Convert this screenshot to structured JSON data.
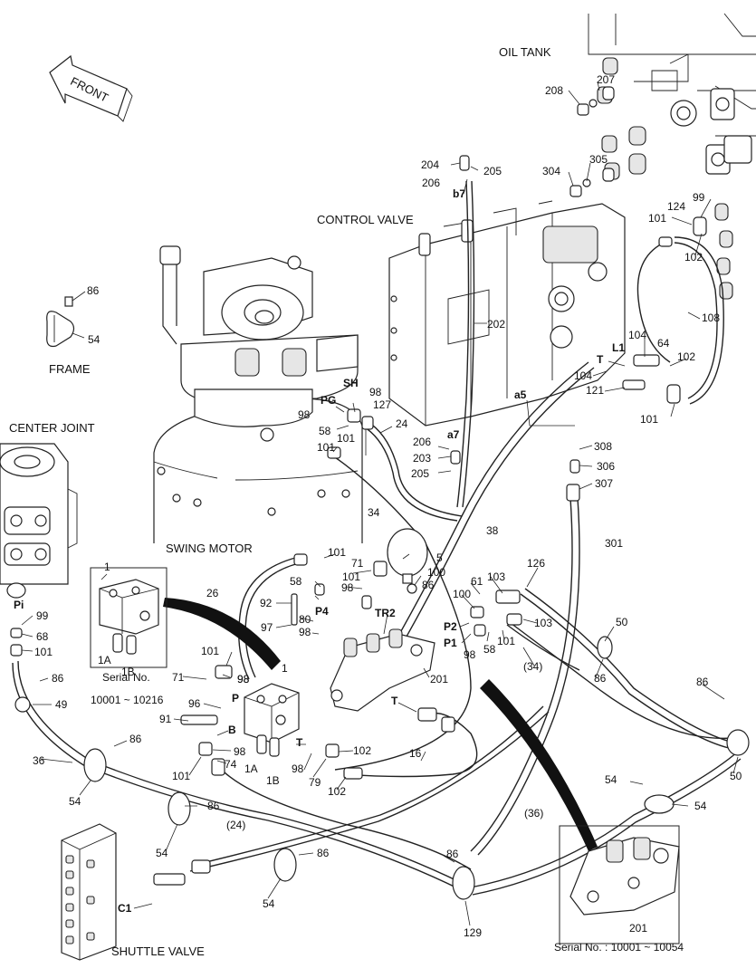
{
  "labels": {
    "front": "FRONT",
    "oil_tank": "OIL TANK",
    "control_valve": "CONTROL VALVE",
    "frame": "FRAME",
    "center_joint": "CENTER JOINT",
    "swing_motor": "SWING MOTOR",
    "shuttle_valve": "SHUTTLE VALVE",
    "serial_left": "Serial No.",
    "serial_left_range": "10001 ~ 10216",
    "serial_right": "Serial No. : 10001 ~ 10054"
  },
  "callouts": [
    "208",
    "207",
    "305",
    "304",
    "204",
    "205",
    "206",
    "b7",
    "124",
    "99",
    "101",
    "102",
    "108",
    "202",
    "L1",
    "104",
    "64",
    "T",
    "104",
    "102",
    "121",
    "101",
    "a5",
    "SH",
    "98",
    "PG",
    "127",
    "98",
    "24",
    "58",
    "101",
    "101",
    "206",
    "a7",
    "203",
    "205",
    "308",
    "306",
    "307",
    "86",
    "54",
    "Pi",
    "99",
    "68",
    "101",
    "86",
    "49",
    "36",
    "86",
    "54",
    "86",
    "54",
    "54",
    "86",
    "54",
    "129",
    "86",
    "54",
    "50",
    "86",
    "86",
    "50",
    "1",
    "1A",
    "1B",
    "5",
    "100",
    "101",
    "71",
    "98",
    "126",
    "58",
    "26",
    "92",
    "P4",
    "80",
    "98",
    "97",
    "TR2",
    "101",
    "61",
    "103",
    "100",
    "P2",
    "P1",
    "98",
    "58",
    "101",
    "103",
    "(34)",
    "201",
    "71",
    "98",
    "P",
    "96",
    "91",
    "B",
    "98",
    "74",
    "101",
    "1A",
    "1B",
    "T",
    "98",
    "79",
    "102",
    "102",
    "16",
    "T",
    "(36)",
    "(24)",
    "C1",
    "201",
    "34",
    "38",
    "301",
    "1",
    "101",
    "98",
    "86"
  ]
}
